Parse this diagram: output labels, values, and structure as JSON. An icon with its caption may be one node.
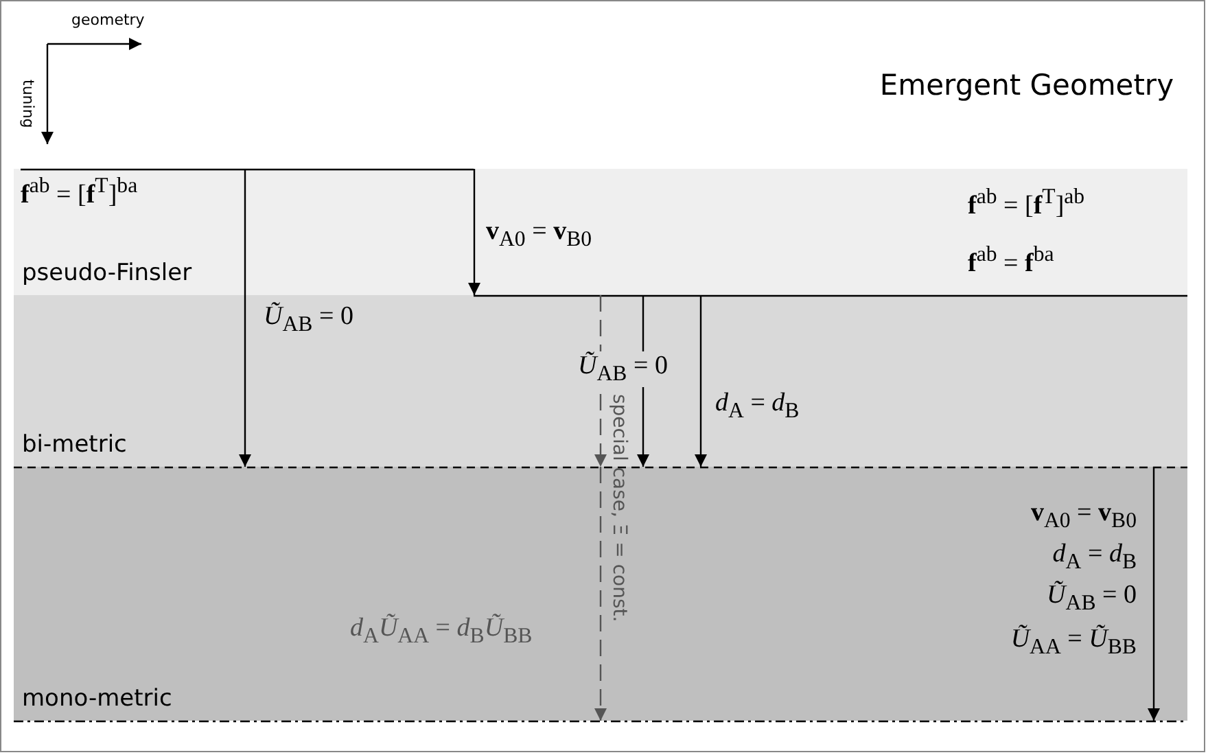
{
  "diagram": {
    "title": "Emergent Geometry",
    "nodes": [
      {
        "text": [
          "pseudo-Finsler"
        ]
      },
      {
        "text": [
          "bi-metric"
        ]
      },
      {
        "text": [
          "mono-metric"
        ]
      }
    ],
    "edges": [
      {
        "from": 0,
        "to": 1,
        "arrow": "to",
        "label": "*Ũ*$_{AB}$ = 0"
      },
      {
        "from": null,
        "to": 0,
        "arrow": "to",
        "label": "**v**$_{A0}$ = **v**$_{B0}$"
      },
      {
        "from": 0,
        "to": 1,
        "arrow": "to",
        "style": "dashed",
        "color": "#555555"
      },
      {
        "from": 1,
        "to": 2,
        "arrow": "to",
        "style": "dashed",
        "color": "#555555"
      },
      {
        "from": 0,
        "to": 1,
        "arrow": "to",
        "label": "*Ũ*$_{AB}$ = 0"
      },
      {
        "from": 0,
        "to": 1,
        "arrow": "to",
        "label": "*d*$_{A}$ = *d*$_{B}$"
      },
      {
        "from": 1,
        "to": 2,
        "arrow": "to"
      }
    ],
    "labels": [
      "geometry",
      "tuning",
      "**f**$^{ab}$ = [**f**$^{T}$]$^{ba}$",
      "**f**$^{ab}$ = [**f**$^{T}$]$^{ab}$",
      "**f**$^{ab}$ = **f**$^{ba}$",
      "**v**$_{A0}$ = **v**$_{B0}$",
      "*d*$_{A}$ = *d*$_{B}$",
      "*Ũ*$_{AB}$ = 0",
      "*Ũ*$_{AA}$ = *Ũ*$_{BB}$",
      "*d*$_{A}$*Ũ*$_{AA}$ = *d*$_{B}$*Ũ*$_{BB}$",
      "special case, Ξ = const."
    ]
  }
}
